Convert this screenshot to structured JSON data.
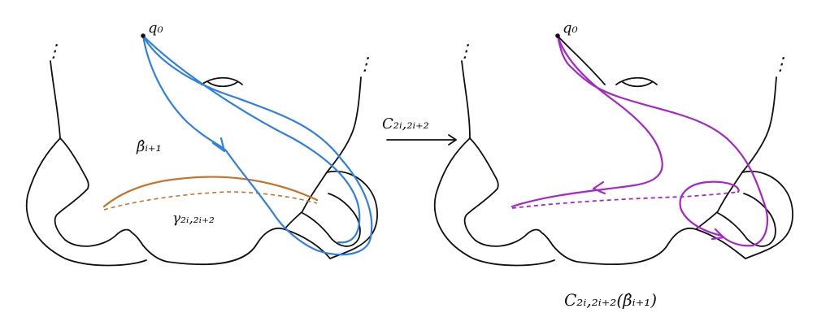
{
  "left_panel": {
    "basepoint_label": "q₀",
    "curve_beta_label": "β̂ᵢ₊₁",
    "curve_gamma_label": "γ₂ᵢ,₂ᵢ₊₂",
    "colors": {
      "beta_curve": "#2e7fe6",
      "gamma_curve": "#c8732a"
    }
  },
  "map_arrow": {
    "label": "C₂ᵢ,₂ᵢ₊₂"
  },
  "right_panel": {
    "basepoint_label": "q₀",
    "image_label": "C₂ᵢ,₂ᵢ₊₂(β̂ᵢ₊₁)",
    "colors": {
      "image_curve": "#a626c9"
    }
  },
  "ellipsis": "⋮"
}
